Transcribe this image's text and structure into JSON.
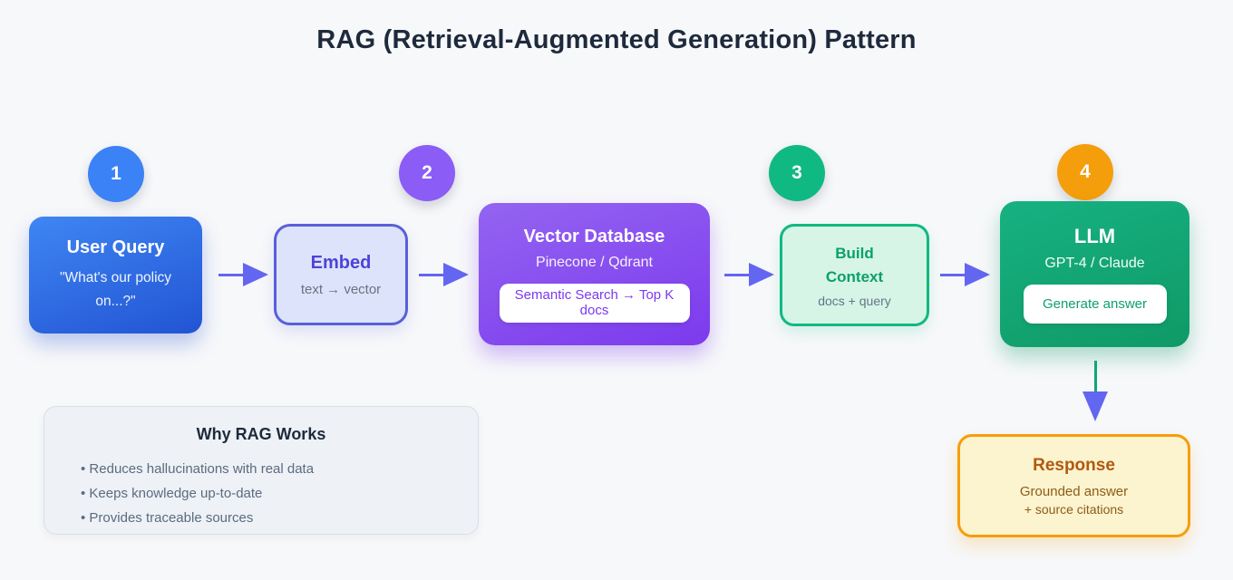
{
  "title": "RAG (Retrieval-Augmented Generation) Pattern",
  "badges": [
    {
      "label": "1",
      "color": "#3b82f6"
    },
    {
      "label": "2",
      "color": "#8b5cf6"
    },
    {
      "label": "3",
      "color": "#10b981"
    },
    {
      "label": "4",
      "color": "#f59e0b"
    }
  ],
  "nodes": {
    "user_query": {
      "title": "User Query",
      "subtitle": "\"What's our policy on...?\""
    },
    "embed": {
      "title": "Embed",
      "subtitle": "text → vector"
    },
    "vector_db": {
      "title": "Vector Database",
      "subtitle": "Pinecone / Qdrant",
      "badge": "Semantic Search → Top K docs"
    },
    "build_context": {
      "title": "Build Context",
      "subtitle": "docs + query"
    },
    "llm": {
      "title": "LLM",
      "subtitle": "GPT-4 / Claude",
      "badge": "Generate answer"
    },
    "response": {
      "title": "Response",
      "subtitle_line1": "Grounded answer",
      "subtitle_line2": "+ source citations"
    }
  },
  "info_panel": {
    "title": "Why RAG Works",
    "bullets": [
      "Reduces hallucinations with real data",
      "Keeps knowledge up-to-date",
      "Provides traceable sources"
    ]
  },
  "colors": {
    "background": "#f7f8fa",
    "title_text": "#1e2a3c",
    "arrow": "#6366f1",
    "step1_blue": "#3b82f6",
    "step2_purple": "#8b5cf6",
    "step3_green": "#10b981",
    "step4_orange": "#f59e0b",
    "vector_purple": "#7c3aed",
    "llm_green": "#0d9f6e",
    "connector_green": "#10a674"
  }
}
